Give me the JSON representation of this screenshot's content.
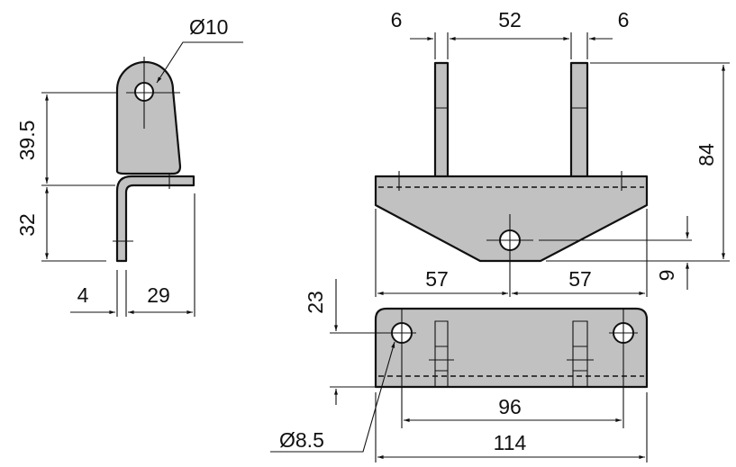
{
  "drawing": {
    "side_view": {
      "dia_hole": "Ø10",
      "height_upper": "39.5",
      "height_lower": "32",
      "thickness": "4",
      "flange_width": "29"
    },
    "front_view": {
      "post_left_width": "6",
      "post_spacing": "52",
      "post_right_width": "6",
      "total_height": "84",
      "hole_offset": "9",
      "half_width_left": "57",
      "half_width_right": "57"
    },
    "top_view": {
      "depth": "23",
      "hole_spacing": "96",
      "total_width": "114",
      "dia_hole": "Ø8.5"
    },
    "colors": {
      "part_fill": "#c1c1c1",
      "line": "#111111"
    }
  }
}
